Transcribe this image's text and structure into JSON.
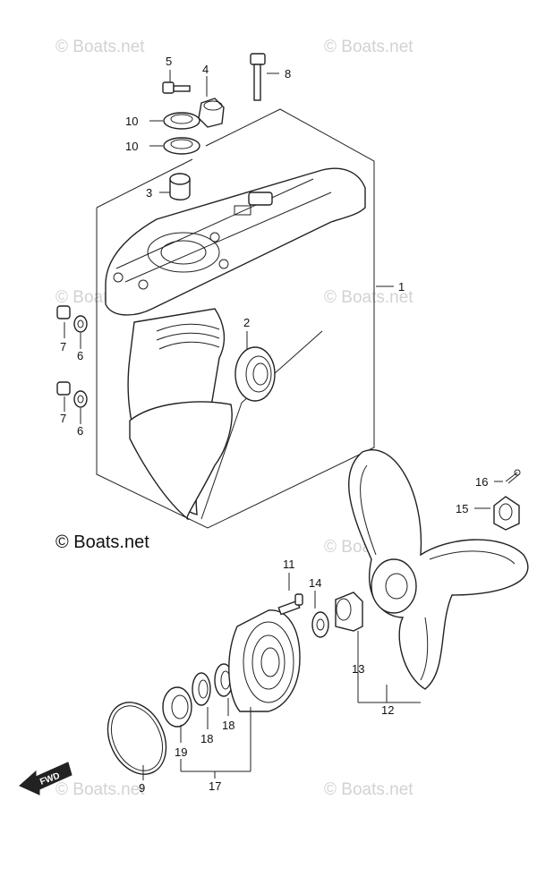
{
  "watermark": "© Boats.net",
  "brand_label": "© Boats.net",
  "fwd_label": "FWD",
  "callouts": [
    {
      "id": "c1",
      "num": "1"
    },
    {
      "id": "c2",
      "num": "2"
    },
    {
      "id": "c3",
      "num": "3"
    },
    {
      "id": "c4",
      "num": "4"
    },
    {
      "id": "c5",
      "num": "5"
    },
    {
      "id": "c6a",
      "num": "6"
    },
    {
      "id": "c6b",
      "num": "6"
    },
    {
      "id": "c7a",
      "num": "7"
    },
    {
      "id": "c7b",
      "num": "7"
    },
    {
      "id": "c8",
      "num": "8"
    },
    {
      "id": "c9",
      "num": "9"
    },
    {
      "id": "c10a",
      "num": "10"
    },
    {
      "id": "c10b",
      "num": "10"
    },
    {
      "id": "c11",
      "num": "11"
    },
    {
      "id": "c12",
      "num": "12"
    },
    {
      "id": "c13",
      "num": "13"
    },
    {
      "id": "c14",
      "num": "14"
    },
    {
      "id": "c15",
      "num": "15"
    },
    {
      "id": "c16",
      "num": "16"
    },
    {
      "id": "c17",
      "num": "17"
    },
    {
      "id": "c18a",
      "num": "18"
    },
    {
      "id": "c18b",
      "num": "18"
    },
    {
      "id": "c19",
      "num": "19"
    }
  ]
}
